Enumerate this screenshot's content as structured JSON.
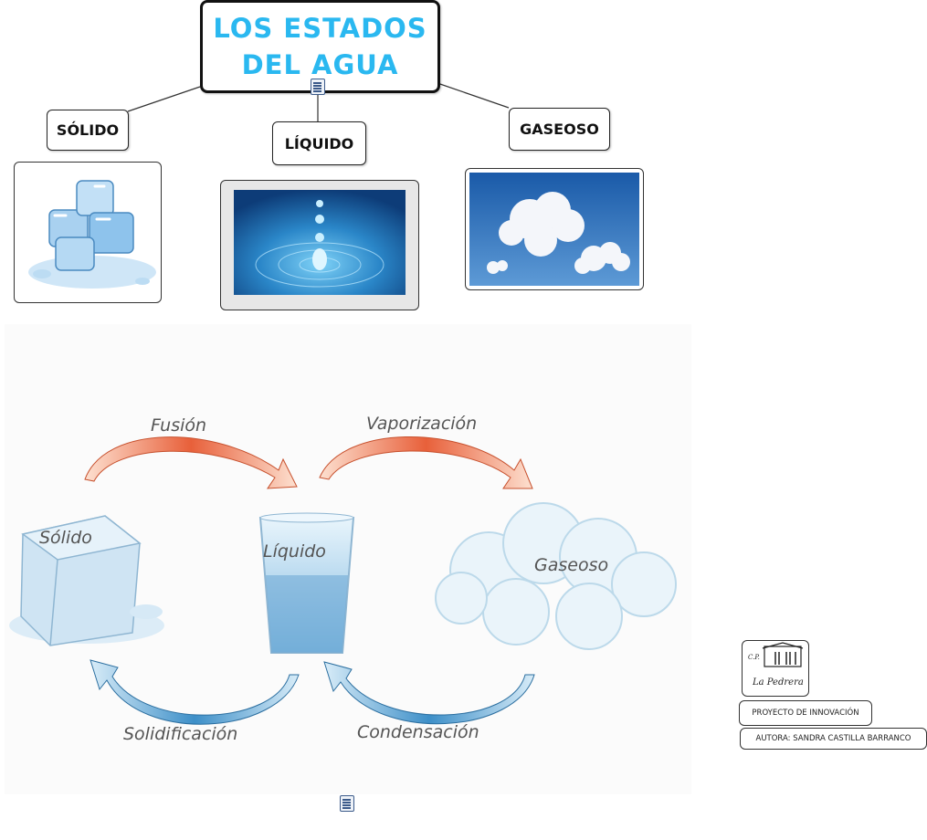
{
  "map": {
    "title_line1": "LOS ESTADOS",
    "title_line2": "DEL AGUA",
    "states": [
      {
        "label": "SÓLIDO"
      },
      {
        "label": "LÍQUIDO"
      },
      {
        "label": "GASEOSO"
      }
    ]
  },
  "process_diagram": {
    "states": [
      "Sólido",
      "Líquido",
      "Gaseoso"
    ],
    "transitions": [
      "Fusión",
      "Vaporización",
      "Solidificación",
      "Condensación"
    ]
  },
  "credits": {
    "logo_text_top": "C.P.",
    "logo_text_bottom": "La Pedrera",
    "project": "PROYECTO DE INNOVACIÓN",
    "author": "AUTORA: SANDRA CASTILLA BARRANCO"
  },
  "colors": {
    "title": "#2ab8f0",
    "warm_arrow": "#e8603a",
    "cool_arrow": "#3d8fc8"
  }
}
